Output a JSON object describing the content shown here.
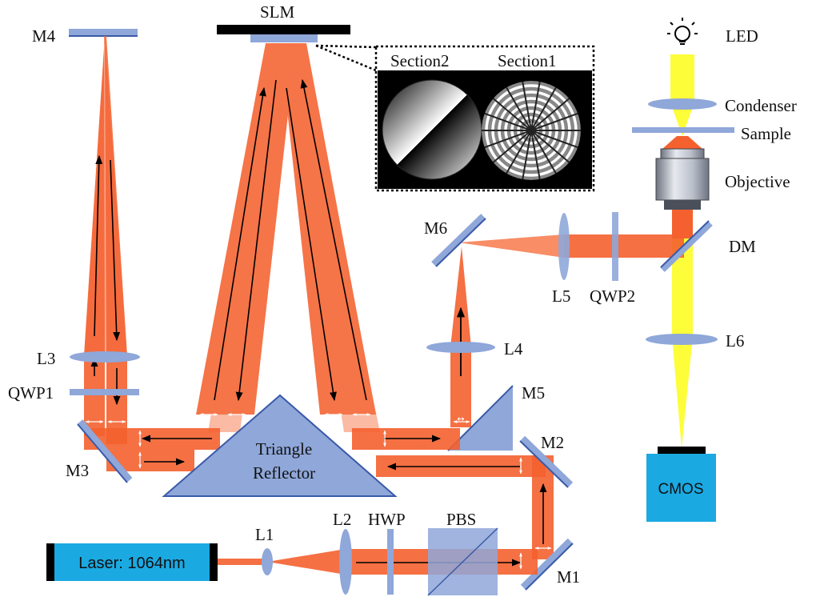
{
  "labels": {
    "slm": "SLM",
    "m4": "M4",
    "led": "LED",
    "condenser": "Condenser",
    "sample": "Sample",
    "objective": "Objective",
    "dm": "DM",
    "m6": "M6",
    "l5": "L5",
    "qwp2": "QWP2",
    "l6": "L6",
    "l4": "L4",
    "m5": "M5",
    "l3": "L3",
    "qwp1": "QWP1",
    "m3": "M3",
    "m2": "M2",
    "triangle_line1": "Triangle",
    "triangle_line2": "Reflector",
    "cmos": "CMOS",
    "l1": "L1",
    "l2": "L2",
    "hwp": "HWP",
    "pbs": "PBS",
    "m1": "M1",
    "laser": "Laser: 1064nm",
    "section2": "Section2",
    "section1": "Section1"
  },
  "colors": {
    "beam": "#f4612f",
    "beam_light": "#f8875e",
    "optic": "#8fa7d9",
    "optic_edge": "#3a5aa8",
    "led_beam": "#fdfd3a",
    "cmos_fill": "#1ba9e2",
    "laser_fill": "#1ba9e2",
    "dark": "#000000"
  }
}
